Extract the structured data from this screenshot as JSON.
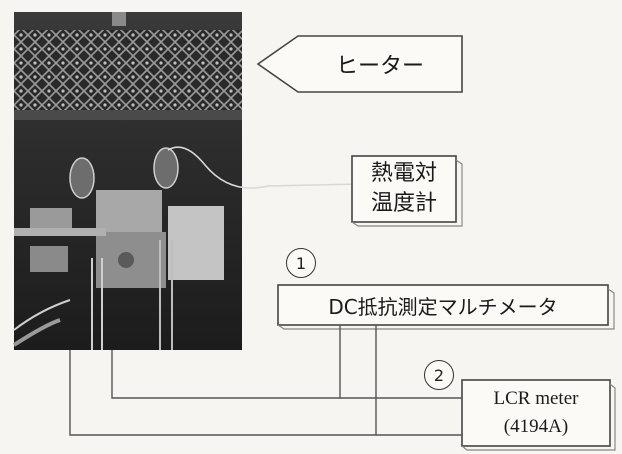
{
  "labels": {
    "heater": "ヒーター",
    "thermocouple_line1": "熱電対",
    "thermocouple_line2": "温度計",
    "circle_1": "1",
    "circle_2": "2",
    "multimeter": "DC抵抗測定マルチメータ",
    "lcr_line1": "LCR meter",
    "lcr_line2": "(4194A)"
  }
}
